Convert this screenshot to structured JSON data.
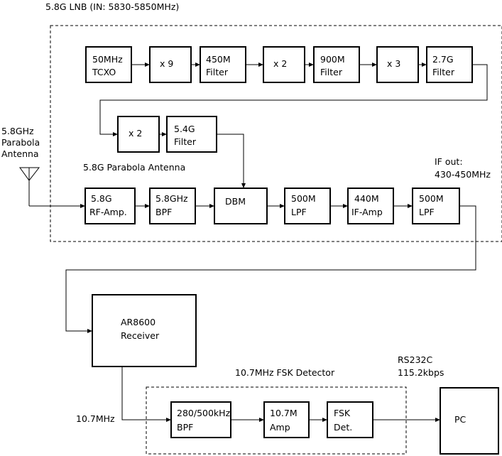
{
  "title": "5.8G LNB (IN: 5830-5850MHz)",
  "antenna": {
    "line1": "5.8GHz",
    "line2": "Parabola",
    "line3": "Antenna"
  },
  "antenna_caption": "5.8G Parabola Antenna",
  "if_out": {
    "line1": "IF out:",
    "line2": "430-450MHz"
  },
  "rs232": {
    "line1": "RS232C",
    "line2": "115.2kbps"
  },
  "fsk_title": "10.7MHz FSK Detector",
  "freq_10_7": "10.7MHz",
  "blocks": {
    "tcxo": {
      "line1": "50MHz",
      "line2": "TCXO"
    },
    "x9": {
      "line1": "x 9"
    },
    "f450": {
      "line1": "450M",
      "line2": "Filter"
    },
    "x2a": {
      "line1": "x 2"
    },
    "f900": {
      "line1": "900M",
      "line2": "Filter"
    },
    "x3": {
      "line1": "x 3"
    },
    "f27": {
      "line1": "2.7G",
      "line2": "Filter"
    },
    "x2b": {
      "line1": "x 2"
    },
    "f54": {
      "line1": "5.4G",
      "line2": "Filter"
    },
    "rfamp": {
      "line1": "5.8G",
      "line2": "RF-Amp."
    },
    "bpf58": {
      "line1": "5.8GHz",
      "line2": "BPF"
    },
    "dbm": {
      "line1": "DBM"
    },
    "lpf500a": {
      "line1": "500M",
      "line2": "LPF"
    },
    "ifamp": {
      "line1": "440M",
      "line2": "IF-Amp"
    },
    "lpf500b": {
      "line1": "500M",
      "line2": "LPF"
    },
    "ar8600": {
      "line1": "AR8600",
      "line2": "Receiver"
    },
    "bpf280": {
      "line1": "280/500kHz",
      "line2": "BPF"
    },
    "amp107": {
      "line1": "10.7M",
      "line2": "Amp"
    },
    "fskdet": {
      "line1": "FSK",
      "line2": "Det."
    },
    "pc": {
      "line1": "PC"
    }
  }
}
